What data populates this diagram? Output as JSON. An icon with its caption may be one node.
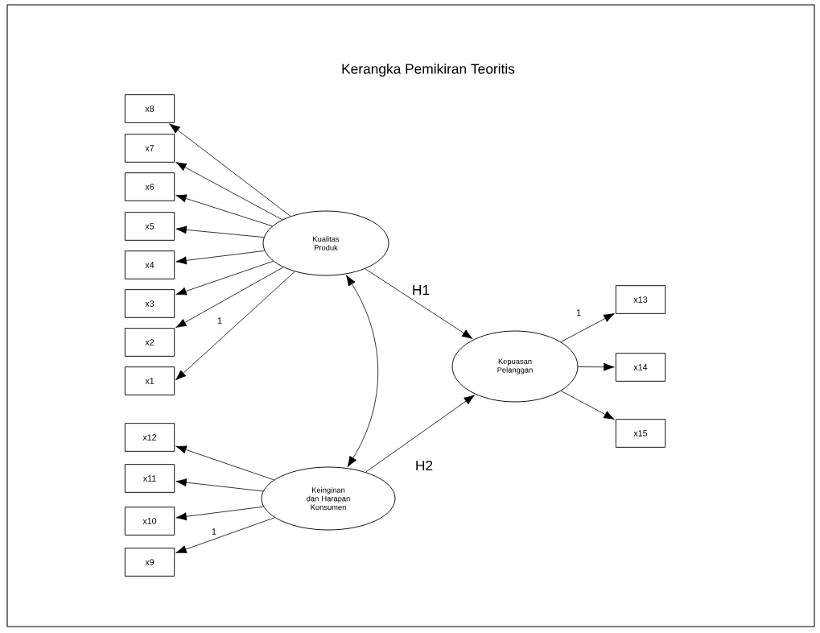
{
  "diagram": {
    "title": "Kerangka Pemikiran Teoritis",
    "nodes": [
      {
        "text": [
          "x8"
        ]
      },
      {
        "text": [
          "x7"
        ]
      },
      {
        "text": [
          "x6"
        ]
      },
      {
        "text": [
          "x5"
        ]
      },
      {
        "text": [
          "x4"
        ]
      },
      {
        "text": [
          "x3"
        ]
      },
      {
        "text": [
          "x2"
        ]
      },
      {
        "text": [
          "x1"
        ]
      },
      {
        "text": [
          "Kualitas Produk"
        ]
      },
      {
        "text": [
          "x13"
        ]
      },
      {
        "text": [
          "Kepuasan Pelanggan"
        ]
      },
      {
        "text": [
          "x14"
        ]
      },
      {
        "text": [
          "x15"
        ]
      },
      {
        "text": [
          "x12"
        ]
      },
      {
        "text": [
          "x11"
        ]
      },
      {
        "text": [
          "x10"
        ]
      },
      {
        "text": [
          "x9"
        ]
      },
      {
        "text": [
          "Keinginan dan Harapan Konsumen"
        ]
      }
    ],
    "edges": [
      {
        "from": 8,
        "to": 0,
        "arrow": "to"
      },
      {
        "from": 8,
        "to": 1,
        "arrow": "to"
      },
      {
        "from": 8,
        "to": 2,
        "arrow": "to"
      },
      {
        "from": 8,
        "to": 3,
        "arrow": "to"
      },
      {
        "from": 8,
        "to": 4,
        "arrow": "to"
      },
      {
        "from": 8,
        "to": 5,
        "arrow": "to"
      },
      {
        "from": 8,
        "to": 6,
        "arrow": "to",
        "label": "1"
      },
      {
        "from": 8,
        "to": 7,
        "arrow": "to"
      },
      {
        "from": 8,
        "to": 10,
        "arrow": "to",
        "label": "H1"
      },
      {
        "from": 10,
        "to": 9,
        "arrow": "to",
        "label": "1"
      },
      {
        "from": 10,
        "to": 11,
        "arrow": "to"
      },
      {
        "from": 10,
        "to": 12,
        "arrow": "to"
      },
      {
        "from": 17,
        "to": 13,
        "arrow": "to"
      },
      {
        "from": 17,
        "to": 14,
        "arrow": "to"
      },
      {
        "from": 17,
        "to": 15,
        "arrow": "to"
      },
      {
        "from": 17,
        "to": 16,
        "arrow": "to",
        "label": "1"
      },
      {
        "from": 17,
        "to": 10,
        "arrow": "to",
        "label": "H2"
      },
      {
        "from": 8,
        "to": 17,
        "arrow": "both"
      }
    ]
  }
}
